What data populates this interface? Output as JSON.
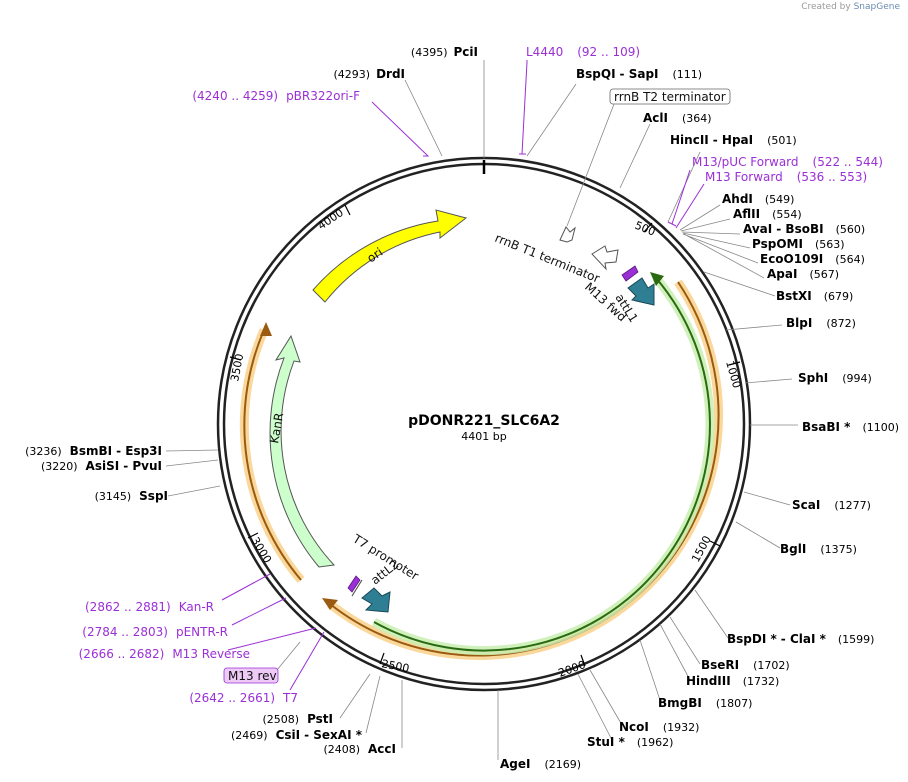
{
  "watermark": {
    "created_by": "Created by",
    "brand": "SnapGene"
  },
  "plasmid": {
    "name": "pDONR221_SLC6A2",
    "length_label": "4401 bp",
    "length": 4401
  },
  "tick_labels": [
    "500",
    "1000",
    "1500",
    "2000",
    "2500",
    "3000",
    "3500",
    "4000"
  ],
  "sites": [
    {
      "name": "PciI",
      "pos": "(4395)"
    },
    {
      "name": "DrdI",
      "pos": "(4293)"
    },
    {
      "name": "BspQI",
      "name2": "SapI",
      "pos": "(111)"
    },
    {
      "name": "AclI",
      "pos": "(364)"
    },
    {
      "name": "HincII",
      "name2": "HpaI",
      "pos": "(501)"
    },
    {
      "name": "AhdI",
      "pos": "(549)"
    },
    {
      "name": "AflII",
      "pos": "(554)"
    },
    {
      "name": "AvaI",
      "name2": "BsoBI",
      "pos": "(560)"
    },
    {
      "name": "PspOMI",
      "pos": "(563)"
    },
    {
      "name": "EcoO109I",
      "pos": "(564)"
    },
    {
      "name": "ApaI",
      "pos": "(567)"
    },
    {
      "name": "BstXI",
      "pos": "(679)"
    },
    {
      "name": "BlpI",
      "pos": "(872)"
    },
    {
      "name": "SphI",
      "pos": "(994)"
    },
    {
      "name": "BsaBI *",
      "pos": "(1100)"
    },
    {
      "name": "ScaI",
      "pos": "(1277)"
    },
    {
      "name": "BglI",
      "pos": "(1375)"
    },
    {
      "name": "BspDI *",
      "name2": "ClaI *",
      "pos": "(1599)"
    },
    {
      "name": "BseRI",
      "pos": "(1702)"
    },
    {
      "name": "HindIII",
      "pos": "(1732)"
    },
    {
      "name": "BmgBI",
      "pos": "(1807)"
    },
    {
      "name": "NcoI",
      "pos": "(1932)"
    },
    {
      "name": "StuI *",
      "pos": "(1962)"
    },
    {
      "name": "AgeI",
      "pos": "(2169)"
    },
    {
      "name": "AccI",
      "pos": "(2408)"
    },
    {
      "name": "CsiI",
      "name2": "SexAI *",
      "pos": "(2469)"
    },
    {
      "name": "PstI",
      "pos": "(2508)"
    },
    {
      "name": "SspI",
      "pos": "(3145)"
    },
    {
      "name": "AsiSI",
      "name2": "PvuI",
      "pos": "(3220)"
    },
    {
      "name": "BsmBI",
      "name2": "Esp3I",
      "pos": "(3236)"
    }
  ],
  "primers": [
    {
      "name": "L4440",
      "range": "(92 .. 109)"
    },
    {
      "name": "pBR322ori-F",
      "range": "(4240 .. 4259)"
    },
    {
      "name": "M13/pUC Forward",
      "range": "(522 .. 544)"
    },
    {
      "name": "M13 Forward",
      "range": "(536 .. 553)"
    },
    {
      "name": "Kan-R",
      "range": "(2862 .. 2881)"
    },
    {
      "name": "pENTR-R",
      "range": "(2784 .. 2803)"
    },
    {
      "name": "M13 Reverse",
      "range": "(2666 .. 2682)"
    },
    {
      "name": "T7",
      "range": "(2642 .. 2661)"
    },
    {
      "name": "M13 rev"
    }
  ],
  "features": [
    {
      "name": "ori",
      "color": "#ffff00"
    },
    {
      "name": "KanR",
      "color": "#ccffcc"
    },
    {
      "name": "rrnB T2 terminator"
    },
    {
      "name": "rrnB T1 terminator"
    },
    {
      "name": "M13 fwd"
    },
    {
      "name": "attL1",
      "color": "#2e7f94"
    },
    {
      "name": "T7 promoter"
    },
    {
      "name": "attL2",
      "color": "#2e7f94"
    }
  ],
  "colors": {
    "primer": "#9b2fd6",
    "insert_orange": "#f5b84a",
    "insert_green": "#6ac035",
    "att": "#2e7f94"
  }
}
